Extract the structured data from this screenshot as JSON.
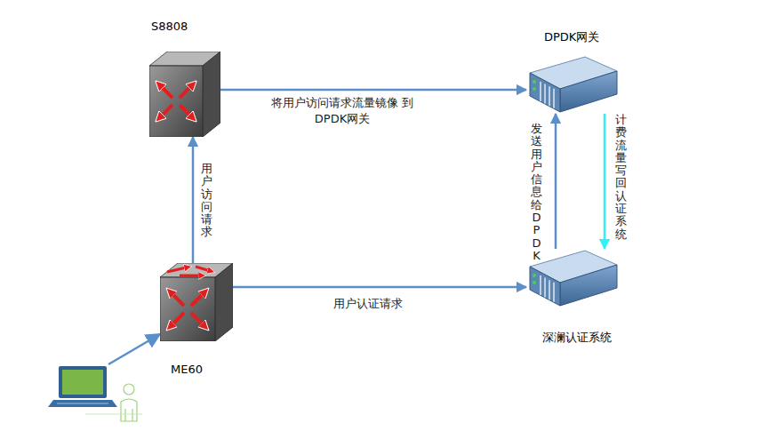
{
  "diagram": {
    "nodes": [
      {
        "text": [
          "S8808"
        ]
      },
      {
        "text": [
          "DPDK网关"
        ]
      },
      {
        "text": [
          "ME60"
        ]
      },
      {
        "text": [
          "深澜认证系统"
        ]
      }
    ],
    "edges": [
      {
        "from": 0,
        "to": 1,
        "label": "将用户访问请求流量镜像 到DPDK网关",
        "arrow": "to"
      },
      {
        "from": 2,
        "to": 0,
        "label": "用户访问请求",
        "arrow": "to"
      },
      {
        "from": 2,
        "to": 3,
        "label": "用户认证请求",
        "arrow": "to"
      },
      {
        "from": 3,
        "to": 1,
        "label": "发送用户信息给DPDK",
        "arrow": "to"
      },
      {
        "from": 1,
        "to": 3,
        "label": "计费流量写回认证系统",
        "arrow": "to"
      }
    ]
  }
}
